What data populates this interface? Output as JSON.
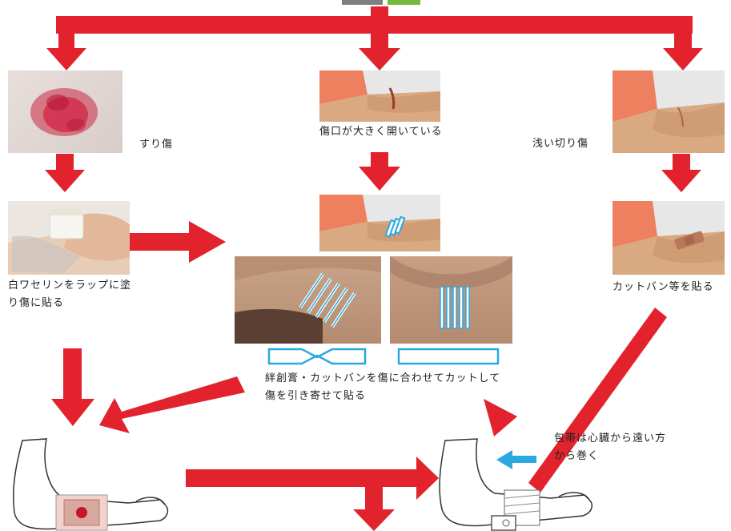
{
  "colors": {
    "arrow_red": "#e2232d",
    "stripe_blue": "#2ba8df",
    "arm_sleeve": "#ee8060",
    "skin": "#d9aa82",
    "header_gray": "#7f7f7f",
    "header_green": "#77b83f"
  },
  "labels": {
    "abrasion": "すり傷",
    "open_wound": "傷口が大きく開いている",
    "shallow_cut": "浅い切り傷",
    "vaseline": "白ワセリンをラップに塗り傷に貼る",
    "bandaid": "カットバン等を貼る",
    "tape_cut": "絆創膏・カットバンを傷に合わせてカットして傷を引き寄せて貼る",
    "bandage_note": "包帯は心臓から遠い方から巻く"
  }
}
